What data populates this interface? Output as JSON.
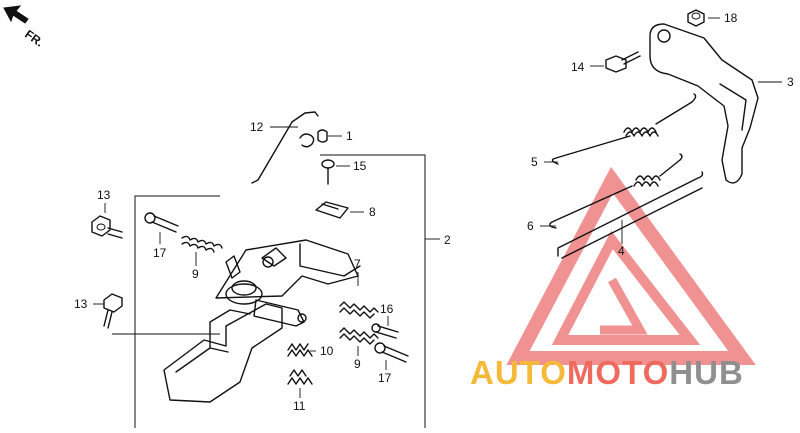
{
  "direction_label": "FR.",
  "callouts": {
    "c1": "1",
    "c2": "2",
    "c3": "3",
    "c4": "4",
    "c5": "5",
    "c6": "6",
    "c7": "7",
    "c8": "8",
    "c9a": "9",
    "c9b": "9",
    "c10": "10",
    "c11": "11",
    "c12": "12",
    "c13a": "13",
    "c13b": "13",
    "c14": "14",
    "c15": "15",
    "c16": "16",
    "c17a": "17",
    "c17b": "17",
    "c18": "18"
  },
  "watermark": {
    "word_part1": "AUTO",
    "word_part2": "MOTO",
    "word_part3": "HUB",
    "colors": {
      "part1": "#f5b93a",
      "part2": "#ee6a5e",
      "part3": "#8f8f8f",
      "logo": "#e63a3a"
    }
  }
}
